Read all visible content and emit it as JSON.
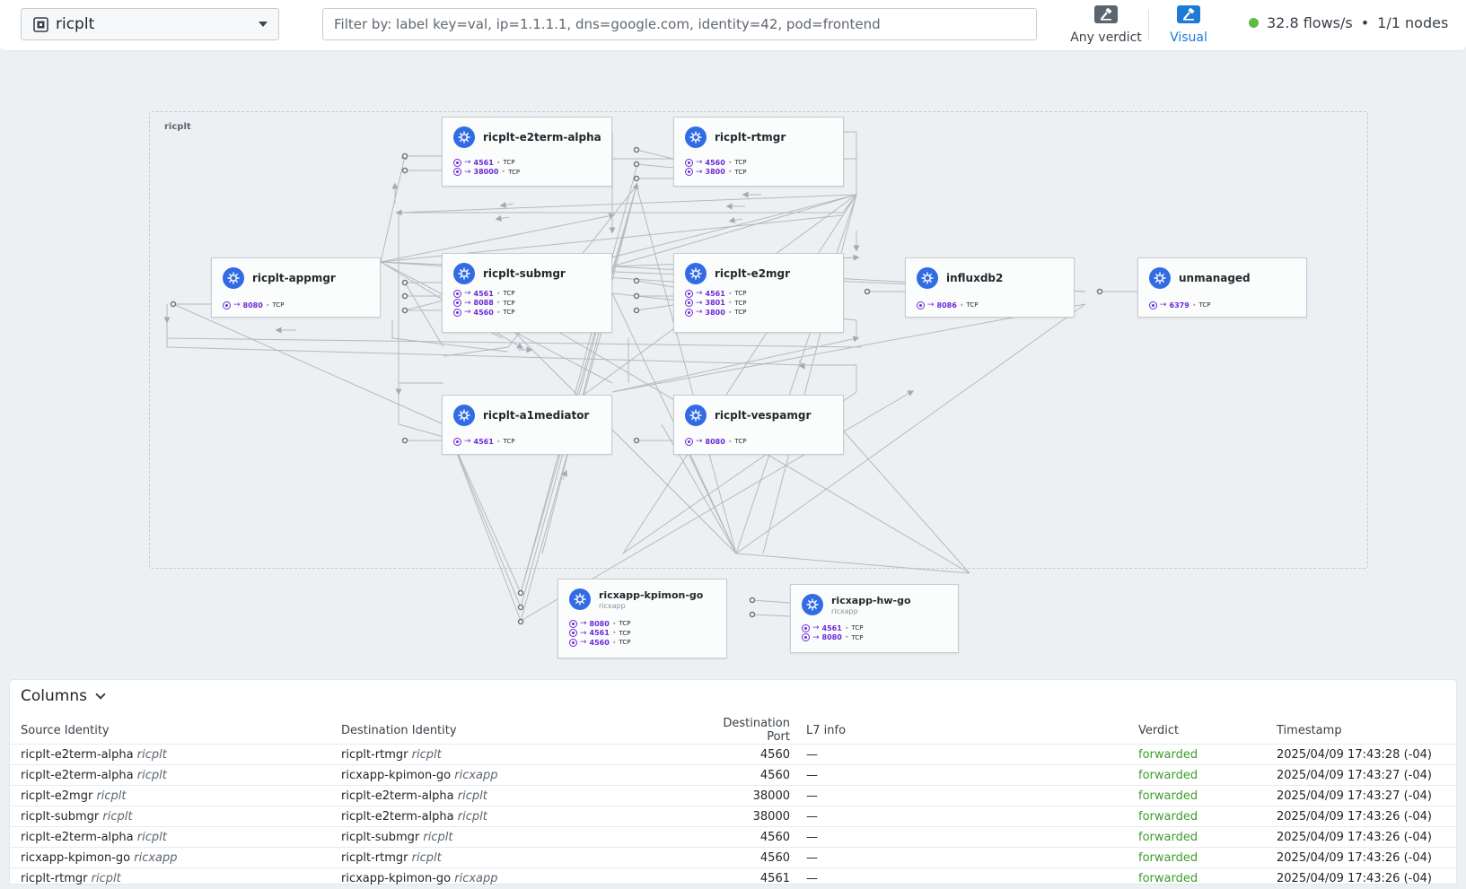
{
  "topbar": {
    "namespace": "ricplt",
    "filter_placeholder": "Filter by: label key=val, ip=1.1.1.1, dns=google.com, identity=42, pod=frontend",
    "verdict_label": "Any verdict",
    "visual_label": "Visual",
    "flows_rate": "32.8 flows/s",
    "separator": "•",
    "nodes": "1/1 nodes"
  },
  "graph": {
    "namespace_box_label": "ricplt",
    "services": {
      "e2term_alpha": {
        "name": "ricplt-e2term-alpha",
        "ports": [
          {
            "port": "4561",
            "proto": "TCP"
          },
          {
            "port": "38000",
            "proto": "TCP"
          }
        ]
      },
      "rtmgr": {
        "name": "ricplt-rtmgr",
        "ports": [
          {
            "port": "4560",
            "proto": "TCP"
          },
          {
            "port": "3800",
            "proto": "TCP"
          }
        ]
      },
      "appmgr": {
        "name": "ricplt-appmgr",
        "ports": [
          {
            "port": "8080",
            "proto": "TCP"
          }
        ]
      },
      "submgr": {
        "name": "ricplt-submgr",
        "ports": [
          {
            "port": "4561",
            "proto": "TCP"
          },
          {
            "port": "8088",
            "proto": "TCP"
          },
          {
            "port": "4560",
            "proto": "TCP"
          }
        ]
      },
      "e2mgr": {
        "name": "ricplt-e2mgr",
        "ports": [
          {
            "port": "4561",
            "proto": "TCP"
          },
          {
            "port": "3801",
            "proto": "TCP"
          },
          {
            "port": "3800",
            "proto": "TCP"
          }
        ]
      },
      "influxdb2": {
        "name": "influxdb2",
        "ports": [
          {
            "port": "8086",
            "proto": "TCP"
          }
        ]
      },
      "unmanaged": {
        "name": "unmanaged",
        "ports": [
          {
            "port": "6379",
            "proto": "TCP"
          }
        ]
      },
      "a1mediator": {
        "name": "ricplt-a1mediator",
        "ports": [
          {
            "port": "4561",
            "proto": "TCP"
          }
        ]
      },
      "vespamgr": {
        "name": "ricplt-vespamgr",
        "ports": [
          {
            "port": "8080",
            "proto": "TCP"
          }
        ]
      },
      "kpimon": {
        "name": "ricxapp-kpimon-go",
        "namespace": "ricxapp",
        "ports": [
          {
            "port": "8080",
            "proto": "TCP"
          },
          {
            "port": "4561",
            "proto": "TCP"
          },
          {
            "port": "4560",
            "proto": "TCP"
          }
        ]
      },
      "hwgo": {
        "name": "ricxapp-hw-go",
        "namespace": "ricxapp",
        "ports": [
          {
            "port": "4561",
            "proto": "TCP"
          },
          {
            "port": "8080",
            "proto": "TCP"
          }
        ]
      }
    }
  },
  "flows": {
    "columns_label": "Columns",
    "headers": {
      "source": "Source Identity",
      "destination": "Destination Identity",
      "port": "Destination Port",
      "l7": "L7 info",
      "verdict": "Verdict",
      "timestamp": "Timestamp"
    },
    "rows": [
      {
        "src": "ricplt-e2term-alpha",
        "src_ns": "ricplt",
        "dst": "ricplt-rtmgr",
        "dst_ns": "ricplt",
        "port": "4560",
        "l7": "—",
        "verdict": "forwarded",
        "ts": "2025/04/09 17:43:28 (-04)"
      },
      {
        "src": "ricplt-e2term-alpha",
        "src_ns": "ricplt",
        "dst": "ricxapp-kpimon-go",
        "dst_ns": "ricxapp",
        "port": "4560",
        "l7": "—",
        "verdict": "forwarded",
        "ts": "2025/04/09 17:43:27 (-04)"
      },
      {
        "src": "ricplt-e2mgr",
        "src_ns": "ricplt",
        "dst": "ricplt-e2term-alpha",
        "dst_ns": "ricplt",
        "port": "38000",
        "l7": "—",
        "verdict": "forwarded",
        "ts": "2025/04/09 17:43:27 (-04)"
      },
      {
        "src": "ricplt-submgr",
        "src_ns": "ricplt",
        "dst": "ricplt-e2term-alpha",
        "dst_ns": "ricplt",
        "port": "38000",
        "l7": "—",
        "verdict": "forwarded",
        "ts": "2025/04/09 17:43:26 (-04)"
      },
      {
        "src": "ricplt-e2term-alpha",
        "src_ns": "ricplt",
        "dst": "ricplt-submgr",
        "dst_ns": "ricplt",
        "port": "4560",
        "l7": "—",
        "verdict": "forwarded",
        "ts": "2025/04/09 17:43:26 (-04)"
      },
      {
        "src": "ricxapp-kpimon-go",
        "src_ns": "ricxapp",
        "dst": "ricplt-rtmgr",
        "dst_ns": "ricplt",
        "port": "4560",
        "l7": "—",
        "verdict": "forwarded",
        "ts": "2025/04/09 17:43:26 (-04)"
      },
      {
        "src": "ricplt-rtmgr",
        "src_ns": "ricplt",
        "dst": "ricxapp-kpimon-go",
        "dst_ns": "ricxapp",
        "port": "4561",
        "l7": "—",
        "verdict": "forwarded",
        "ts": "2025/04/09 17:43:26 (-04)"
      }
    ]
  },
  "colors": {
    "accent": "#1d7ad5",
    "port": "#6c2bd9",
    "k8s": "#326ce5",
    "forwarded": "#3d9c2d",
    "status_dot": "#5dbb46"
  }
}
